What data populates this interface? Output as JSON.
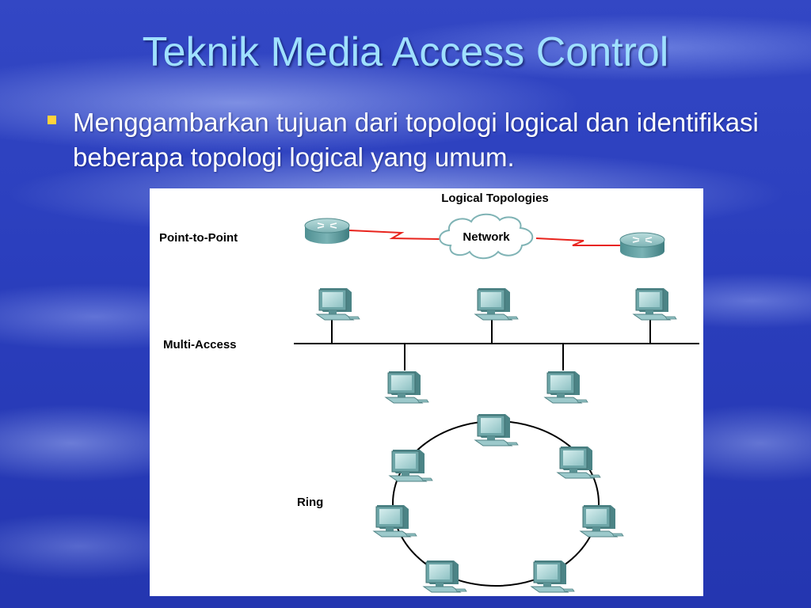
{
  "slide": {
    "title": "Teknik Media Access Control",
    "bullet": "Menggambarkan tujuan dari topologi logical dan identifikasi beberapa topologi logical yang umum."
  },
  "diagram": {
    "title": "Logical Topologies",
    "point_to_point_label": "Point-to-Point",
    "network_label": "Network",
    "multi_access_label": "Multi-Access",
    "ring_label": "Ring"
  },
  "colors": {
    "title_text": "#9fe0ff",
    "bullet_mark": "#ffd23c",
    "serial_link": "#e8231c",
    "device_teal": "#5f9ea0"
  }
}
